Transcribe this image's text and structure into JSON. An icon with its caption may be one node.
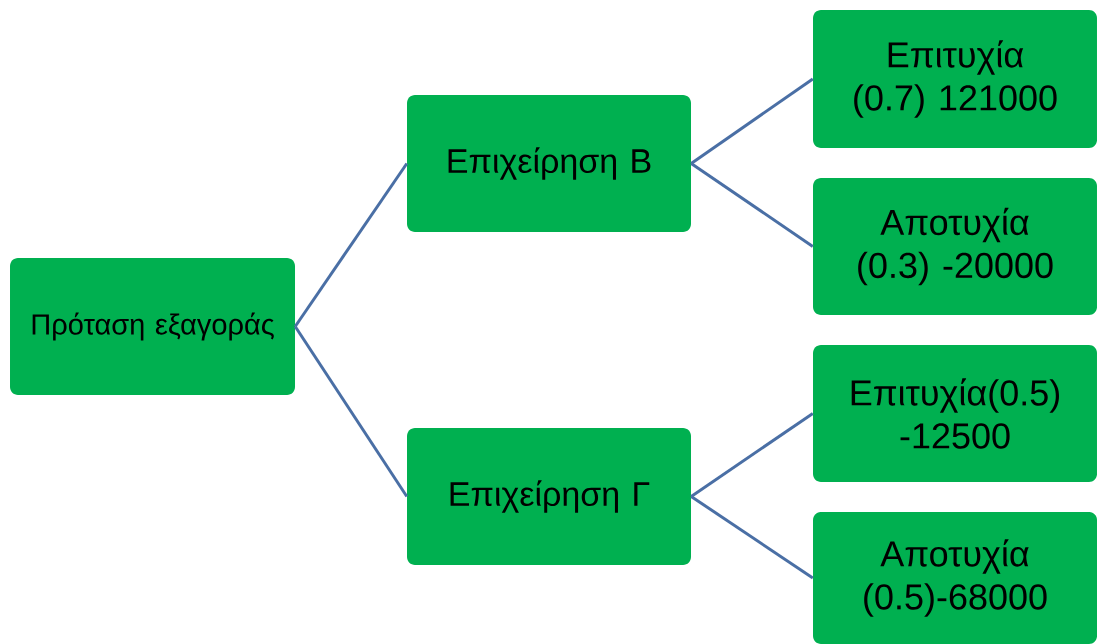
{
  "diagram": {
    "nodes": [
      {
        "text": [
          "Πρόταση εξαγοράς"
        ]
      },
      {
        "text": [
          "Επιχείρηση Β"
        ]
      },
      {
        "text": [
          "Επιχείρηση Γ"
        ]
      },
      {
        "text": [
          "Επιτυχία (0.7) 121000"
        ]
      },
      {
        "text": [
          "Αποτυχία (0.3) -20000"
        ]
      },
      {
        "text": [
          "Επιτυχία(0.5) -12500"
        ]
      },
      {
        "text": [
          "Αποτυχία (0.5)-68000"
        ]
      }
    ],
    "edges": [
      {
        "from": 0,
        "to": 1,
        "arrow": "none"
      },
      {
        "from": 0,
        "to": 2,
        "arrow": "none"
      },
      {
        "from": 1,
        "to": 3,
        "arrow": "none"
      },
      {
        "from": 1,
        "to": 4,
        "arrow": "none"
      },
      {
        "from": 2,
        "to": 5,
        "arrow": "none"
      },
      {
        "from": 2,
        "to": 6,
        "arrow": "none"
      }
    ]
  }
}
